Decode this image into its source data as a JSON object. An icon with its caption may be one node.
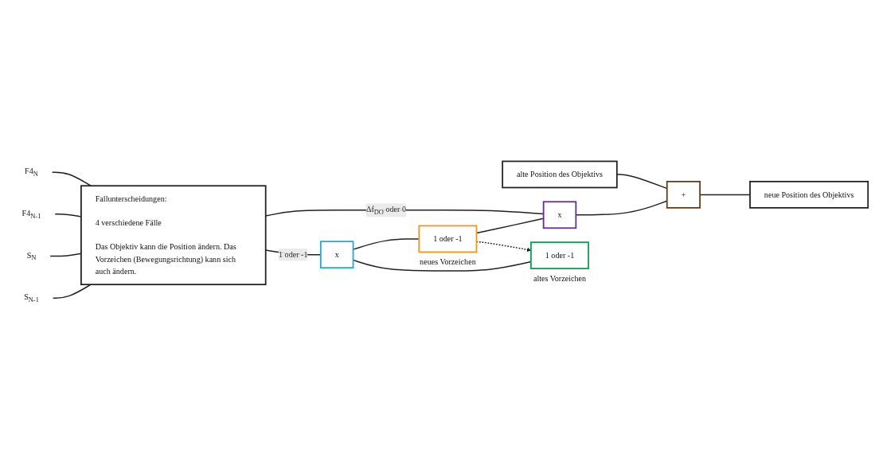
{
  "diagram": {
    "nodes": [
      {
        "text": [
          "alte Position des Objektivs"
        ]
      },
      {
        "text": [
          "+"
        ]
      },
      {
        "text": [
          "neue Position des Objektivs"
        ]
      },
      {
        "text": [
          "Fallunterscheidungen:",
          "4 verschiedene Fälle",
          "Das Objektiv kann die Position ändern. Das Vorzeichen (Bewegungsrichtung) kann sich auch ändern."
        ]
      },
      {
        "text": [
          "F4$_{N}$"
        ]
      },
      {
        "text": [
          "F4$_{N-1}$"
        ]
      },
      {
        "text": [
          "S$_{N}$"
        ]
      },
      {
        "text": [
          "S$_{N-1}$"
        ]
      },
      {
        "text": [
          "x"
        ]
      },
      {
        "text": [
          "1 oder -1"
        ],
        "beside": [
          "neues Vorzeichen"
        ]
      },
      {
        "text": [
          "x"
        ]
      },
      {
        "text": [
          "1 oder -1"
        ],
        "beside": [
          "altes Vorzeichen"
        ]
      }
    ],
    "edges": [
      {
        "from": 0,
        "to": 1,
        "arrow": "none"
      },
      {
        "from": 1,
        "to": 2,
        "arrow": "none"
      },
      {
        "from": 4,
        "to": 3,
        "arrow": "none"
      },
      {
        "from": 5,
        "to": 3,
        "arrow": "none"
      },
      {
        "from": 6,
        "to": 3,
        "arrow": "none"
      },
      {
        "from": 7,
        "to": 3,
        "arrow": "none"
      },
      {
        "from": 3,
        "to": 10,
        "label": "Δf$_{DO}$ oder  0",
        "arrow": "none"
      },
      {
        "from": 3,
        "to": 8,
        "label": "1 oder -1",
        "arrow": "none"
      },
      {
        "from": 11,
        "to": 8,
        "arrow": "none"
      },
      {
        "from": 8,
        "to": 9,
        "arrow": "none"
      },
      {
        "from": 9,
        "to": 10,
        "arrow": "none"
      },
      {
        "from": 10,
        "to": 1,
        "arrow": "none"
      },
      {
        "from": 9,
        "to": 11,
        "arrow": "to",
        "style": "dashed"
      }
    ]
  }
}
